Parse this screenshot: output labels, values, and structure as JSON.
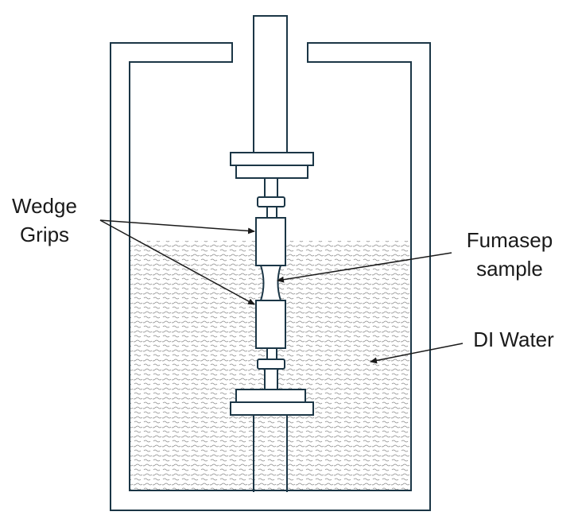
{
  "labels": {
    "wedge_grips": [
      "Wedge",
      "Grips"
    ],
    "fumasep_sample": [
      "Fumasep",
      "sample"
    ],
    "di_water": "DI Water"
  },
  "colors": {
    "outline": "#1b3646",
    "text": "#1a1a1a",
    "water_pattern": "#8a8a8a",
    "background": "#ffffff"
  }
}
